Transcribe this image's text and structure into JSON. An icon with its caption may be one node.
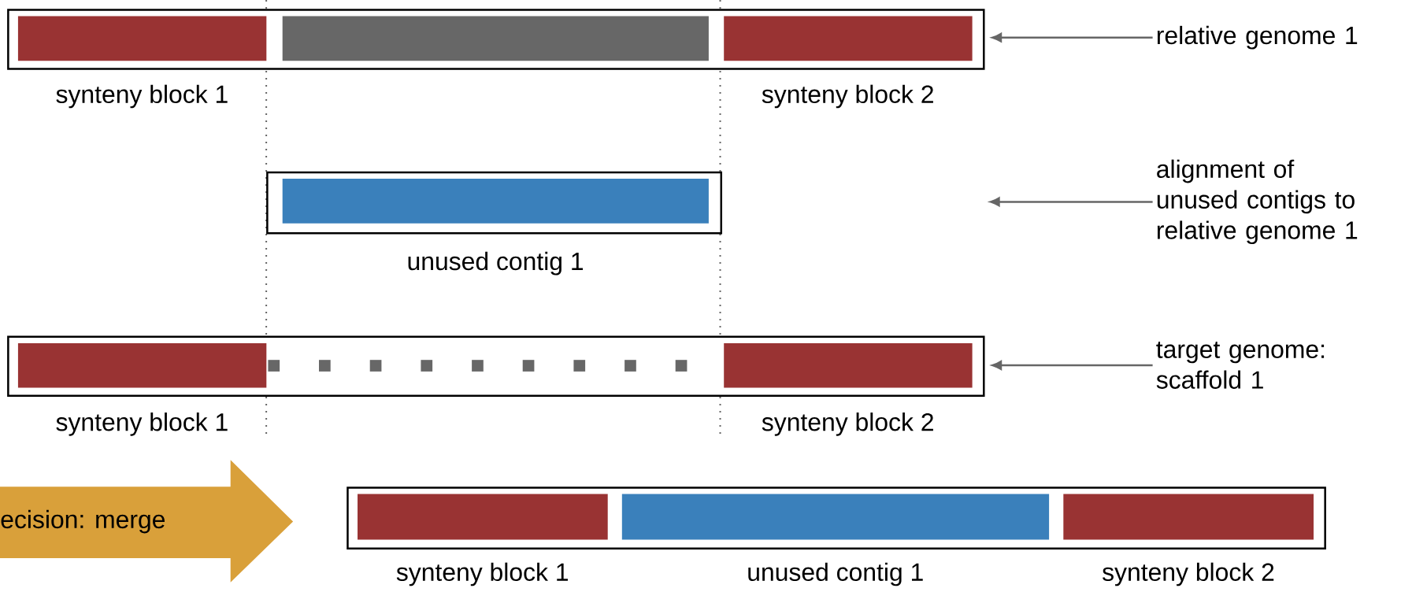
{
  "diagram": {
    "nodes": [
      {
        "text": [],
        "shape": "box"
      },
      {
        "text": [],
        "shape": "bar",
        "beside": [
          "synteny block 1"
        ],
        "in": 0
      },
      {
        "text": [],
        "shape": "bar",
        "in": 0
      },
      {
        "text": [],
        "shape": "bar",
        "beside": [
          "synteny block 2"
        ],
        "in": 0
      },
      {
        "text": [
          "relative genome 1"
        ]
      },
      {
        "text": [],
        "shape": "box"
      },
      {
        "text": [],
        "shape": "bar",
        "beside": [
          "unused contig 1"
        ],
        "in": 5
      },
      {
        "text": [
          "alignment of unused contigs to relative genome 1"
        ]
      },
      {
        "text": [],
        "shape": "box"
      },
      {
        "text": [],
        "shape": "bar",
        "beside": [
          "synteny block 1"
        ],
        "in": 8
      },
      {
        "text": [],
        "shape": "bar",
        "beside": [
          "synteny block 2"
        ],
        "in": 8
      },
      {
        "text": [
          "target genome: scaffold 1"
        ]
      },
      {
        "text": [
          "ecision: merge"
        ]
      },
      {
        "text": [],
        "shape": "box"
      },
      {
        "text": [],
        "shape": "bar",
        "beside": [
          "synteny block 1"
        ],
        "in": 13
      },
      {
        "text": [],
        "shape": "bar",
        "beside": [
          "unused contig 1"
        ],
        "in": 13
      },
      {
        "text": [],
        "shape": "bar",
        "beside": [
          "synteny block 2"
        ],
        "in": 13
      }
    ],
    "edges": [
      {
        "from": 4,
        "to": 0,
        "arrow": "to"
      },
      {
        "from": 7,
        "to": null,
        "arrow": "to"
      },
      {
        "from": 11,
        "to": 8,
        "arrow": "to"
      }
    ]
  }
}
